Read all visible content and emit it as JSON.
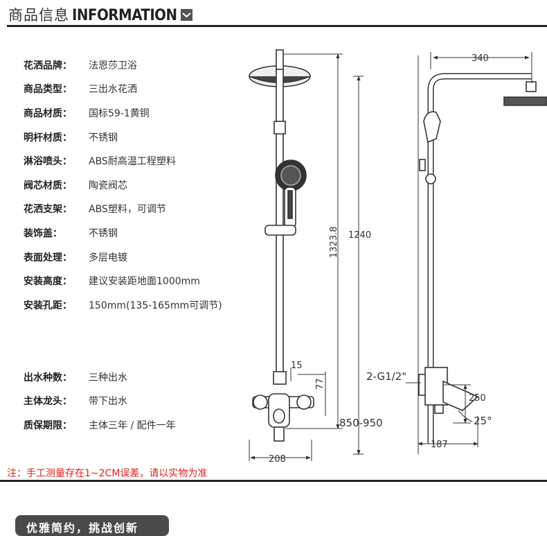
{
  "header": {
    "title_cn": "商品信息",
    "title_en": "INFORMATION"
  },
  "specs": [
    {
      "label": "花洒品牌：",
      "value": "法恩莎卫浴"
    },
    {
      "label": "商品类型：",
      "value": "三出水花洒"
    },
    {
      "label": "商品材质：",
      "value": "国标59-1黄铜"
    },
    {
      "label": "明杆材质：",
      "value": "不锈钢"
    },
    {
      "label": "淋浴喷头：",
      "value": "ABS耐高温工程塑料"
    },
    {
      "label": "阀芯材质：",
      "value": "陶瓷阀芯"
    },
    {
      "label": "花洒支架：",
      "value": "ABS塑料，可调节"
    },
    {
      "label": "装饰盖：",
      "value": "不锈钢"
    },
    {
      "label": "表面处理：",
      "value": "多层电镀"
    },
    {
      "label": "安装高度：",
      "value": "建议安装距地面1000mm"
    },
    {
      "label": "安装孔距：",
      "value": "150mm(135-165mm可调节)"
    },
    {
      "label": "出水种数：",
      "value": "三种出水"
    },
    {
      "label": "主体龙头：",
      "value": "带下出水"
    },
    {
      "label": "质保期限：",
      "value": "主体三年 / 配件一年"
    }
  ],
  "diagram": {
    "dim_height_total": "1323.8",
    "dim_height_bar": "1240",
    "dim_top_width": "340",
    "dim_15": "15",
    "dim_77": "77",
    "dim_thread": "2-G1/2\"",
    "dim_install_range": "850-950",
    "dim_250": "250",
    "dim_angle": "25°",
    "dim_208": "208",
    "dim_187": "187"
  },
  "note": "注：手工测量存在1~2CM误差，请以实物为准",
  "badge": "优雅简约，挑战创新"
}
